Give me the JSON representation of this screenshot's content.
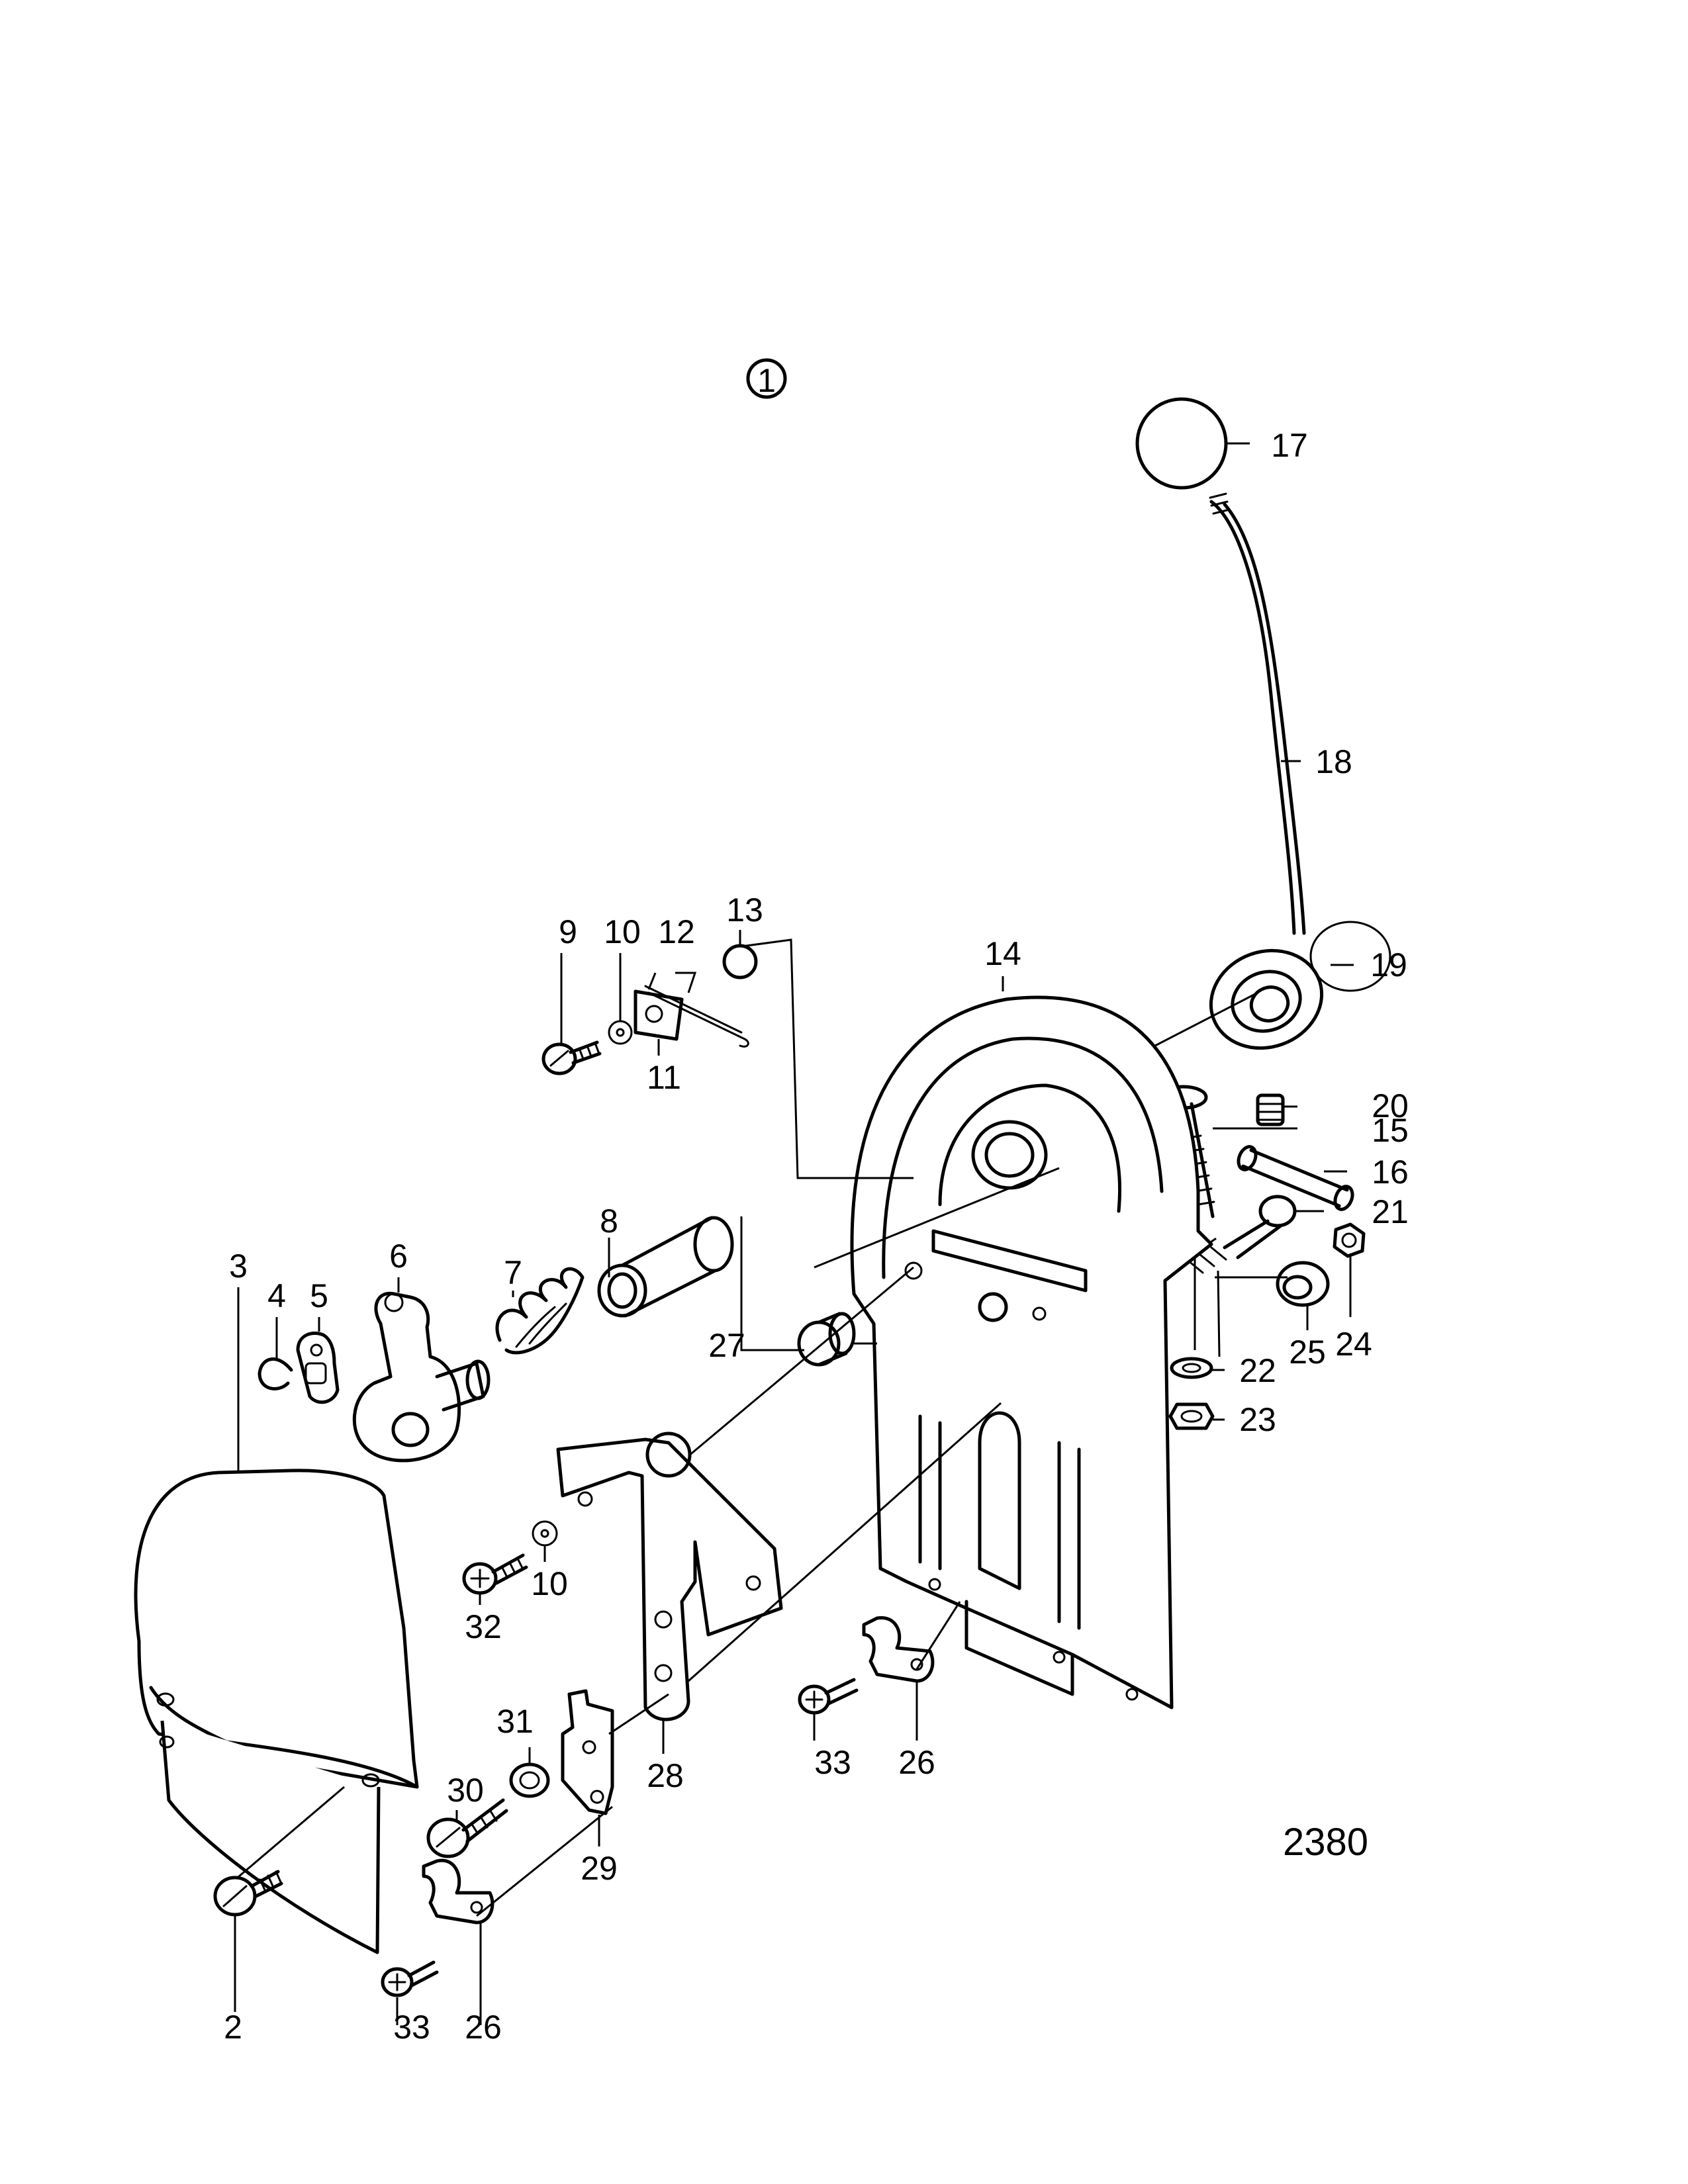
{
  "figure": {
    "callout": "1",
    "drawing_number": "2380"
  },
  "parts": [
    {
      "id": "p2",
      "no": "2",
      "icon": "screw-icon"
    },
    {
      "id": "p3",
      "no": "3",
      "icon": "cover-icon"
    },
    {
      "id": "p4",
      "no": "4",
      "icon": "circlip-icon"
    },
    {
      "id": "p5",
      "no": "5",
      "icon": "link-plate-icon"
    },
    {
      "id": "p6",
      "no": "6",
      "icon": "lever-arm-icon"
    },
    {
      "id": "p7",
      "no": "7",
      "icon": "spring-icon"
    },
    {
      "id": "p8",
      "no": "8",
      "icon": "sleeve-icon"
    },
    {
      "id": "p9",
      "no": "9",
      "icon": "screw-icon"
    },
    {
      "id": "p10a",
      "no": "10",
      "icon": "lock-washer-icon"
    },
    {
      "id": "p11",
      "no": "11",
      "icon": "plate-icon"
    },
    {
      "id": "p12",
      "no": "12",
      "icon": "wire-spring-icon"
    },
    {
      "id": "p13",
      "no": "13",
      "icon": "ball-icon"
    },
    {
      "id": "p14",
      "no": "14",
      "icon": "housing-icon"
    },
    {
      "id": "p15",
      "no": "15",
      "icon": "screw-icon"
    },
    {
      "id": "p16",
      "no": "16",
      "icon": "pin-icon"
    },
    {
      "id": "p17",
      "no": "17",
      "icon": "knob-icon"
    },
    {
      "id": "p18",
      "no": "18",
      "icon": "control-lever-icon"
    },
    {
      "id": "p19",
      "no": "19",
      "icon": "cap-icon"
    },
    {
      "id": "p20",
      "no": "20",
      "icon": "set-screw-icon"
    },
    {
      "id": "p21",
      "no": "21",
      "icon": "bolt-icon"
    },
    {
      "id": "p22",
      "no": "22",
      "icon": "washer-icon"
    },
    {
      "id": "p23",
      "no": "23",
      "icon": "nut-icon"
    },
    {
      "id": "p24",
      "no": "24",
      "icon": "nut-icon"
    },
    {
      "id": "p25",
      "no": "25",
      "icon": "bushing-icon"
    },
    {
      "id": "p26a",
      "no": "26",
      "icon": "cable-clamp-icon"
    },
    {
      "id": "p26b",
      "no": "26",
      "icon": "cable-clamp-icon"
    },
    {
      "id": "p27",
      "no": "27",
      "icon": "bushing-icon"
    },
    {
      "id": "p28",
      "no": "28",
      "icon": "bracket-icon"
    },
    {
      "id": "p29",
      "no": "29",
      "icon": "bracket-icon"
    },
    {
      "id": "p30",
      "no": "30",
      "icon": "screw-icon"
    },
    {
      "id": "p31",
      "no": "31",
      "icon": "spacer-icon"
    },
    {
      "id": "p32",
      "no": "32",
      "icon": "screw-icon"
    },
    {
      "id": "p10b",
      "no": "10",
      "icon": "lock-washer-icon"
    },
    {
      "id": "p33a",
      "no": "33",
      "icon": "screw-icon"
    },
    {
      "id": "p33b",
      "no": "33",
      "icon": "screw-icon"
    }
  ]
}
